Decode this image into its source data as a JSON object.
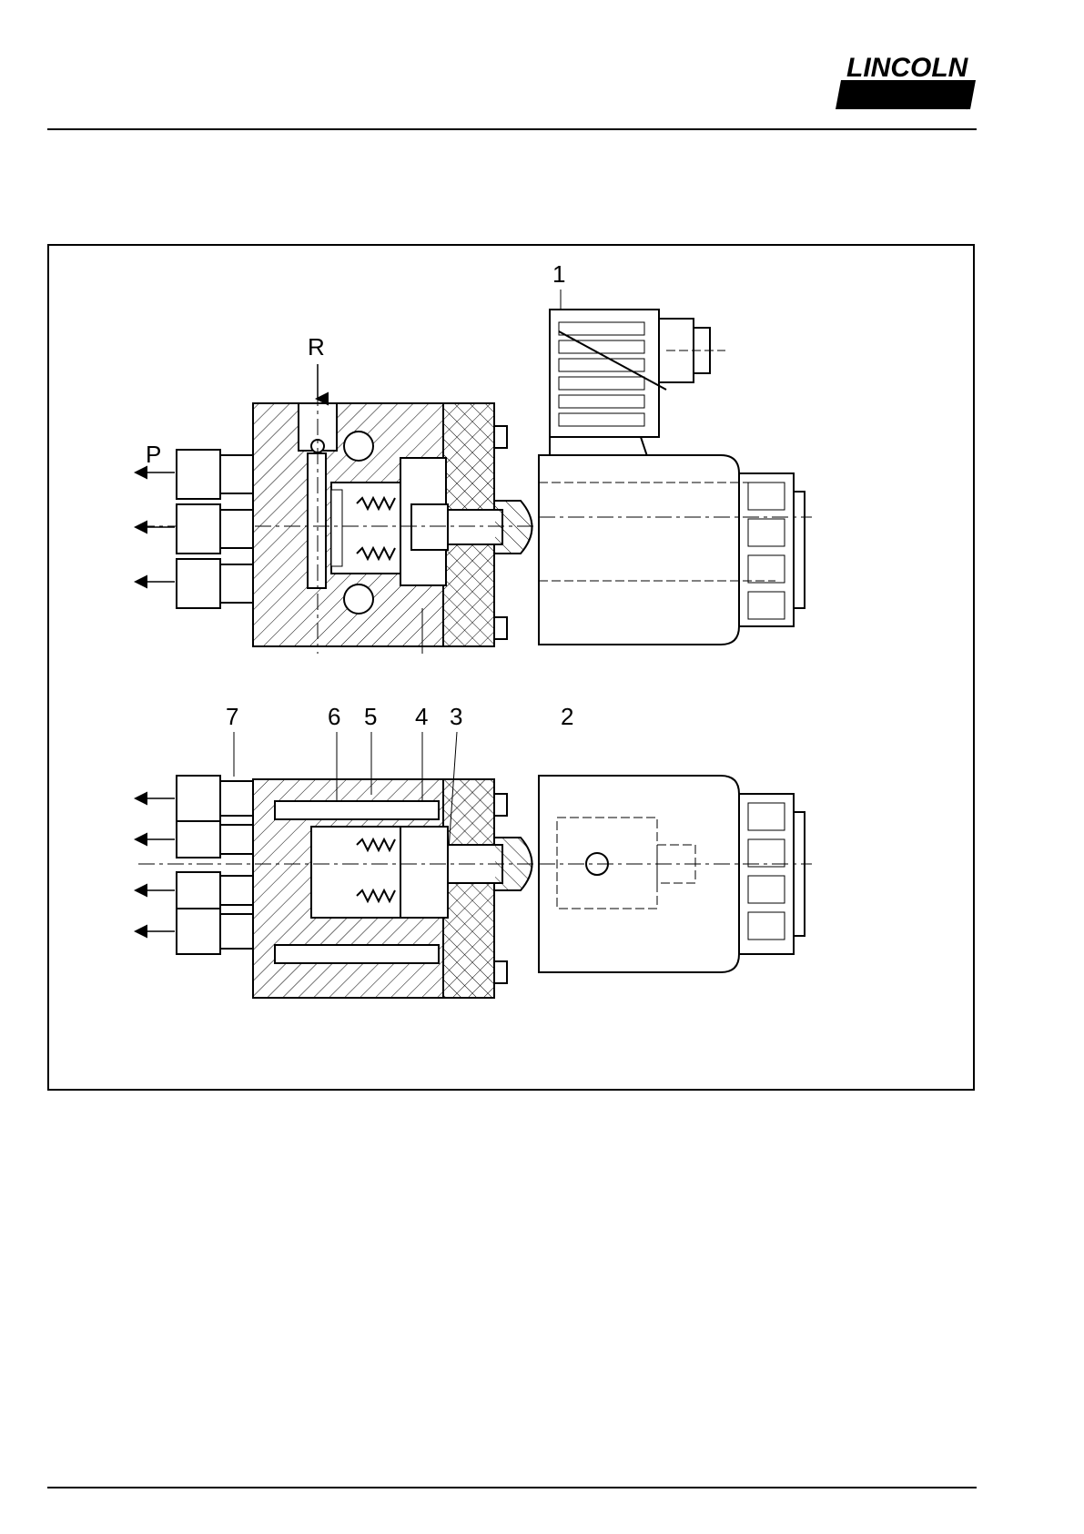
{
  "brand": {
    "name": "LINCOLN",
    "mark": "®"
  },
  "figure": {
    "labels": {
      "part_1": "1",
      "part_2": "2",
      "part_3": "3",
      "part_4": "4",
      "part_5": "5",
      "part_6": "6",
      "part_7": "7",
      "port_r": "R",
      "port_p": "P"
    }
  }
}
